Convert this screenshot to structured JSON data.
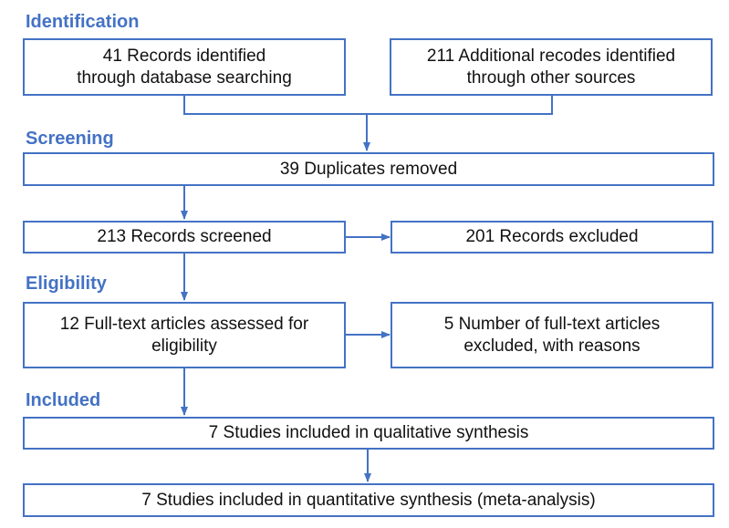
{
  "sections": {
    "identification": "Identification",
    "screening": "Screening",
    "eligibility": "Eligibility",
    "included": "Included"
  },
  "boxes": {
    "database_records": "41 Records identified\nthrough database searching",
    "other_sources": "211 Additional recodes identified\nthrough other sources",
    "duplicates_removed": "39 Duplicates removed",
    "records_screened": "213 Records screened",
    "records_excluded": "201 Records excluded",
    "fulltext_assessed": "12 Full-text articles assessed for\neligibility",
    "fulltext_excluded": "5 Number of full-text articles\nexcluded, with reasons",
    "qualitative_synthesis": "7 Studies included in qualitative synthesis",
    "quantitative_synthesis": "7 Studies included in quantitative synthesis (meta-analysis)"
  },
  "colors": {
    "accent": "#4472C4",
    "text": "#111111",
    "background": "#ffffff"
  }
}
